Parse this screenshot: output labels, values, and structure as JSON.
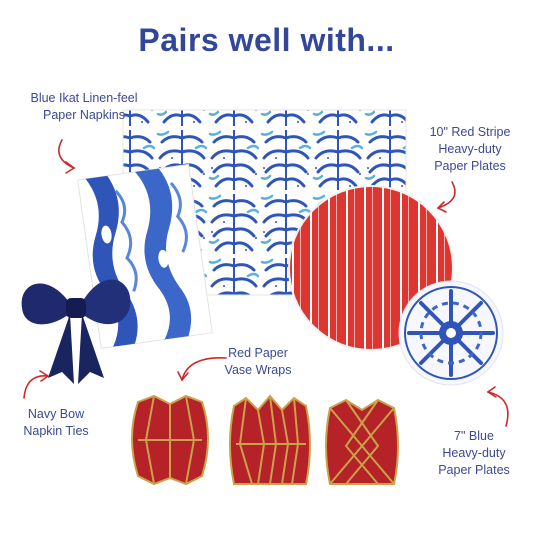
{
  "heading": "Pairs well with...",
  "products": {
    "napkins": {
      "line1": "Blue Ikat Linen-feel",
      "line2": "Paper Napkins"
    },
    "red_plates": {
      "line1": "10\" Red Stripe",
      "line2": "Heavy-duty",
      "line3": "Paper Plates"
    },
    "vase_wraps": {
      "line1": "Red Paper",
      "line2": "Vase Wraps"
    },
    "bow": {
      "line1": "Navy Bow",
      "line2": "Napkin Ties"
    },
    "blue_plates": {
      "line1": "7\" Blue",
      "line2": "Heavy-duty",
      "line3": "Paper Plates"
    }
  },
  "colors": {
    "heading": "#33479a",
    "label": "#3a4a93",
    "arrow": "#cc2a2a",
    "navy": "#1f2a6e",
    "blue": "#2f55b8",
    "light_blue": "#5ab0e0",
    "red": "#d8332e",
    "gold": "#c9a24a"
  }
}
